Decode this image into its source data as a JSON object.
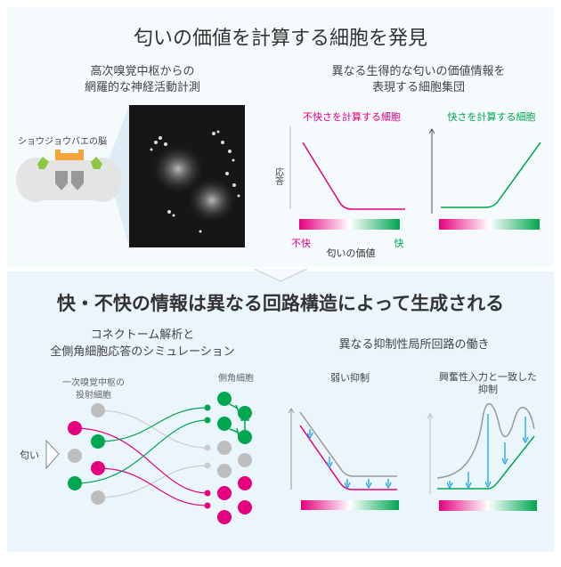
{
  "top": {
    "title": "匂いの価値を計算する細胞を発見",
    "left_subtitle": [
      "高次嗅覚中枢からの",
      "網羅的な神経活動計測"
    ],
    "fly_brain_label": "ショウジョウバエの脳",
    "right_subtitle": [
      "異なる生得的な匂いの価値情報を",
      "表現する細胞集団"
    ],
    "unpleasant_cells_label": "不快さを計算する細胞",
    "pleasant_cells_label": "快さを計算する細胞",
    "response_axis_label": "応答",
    "unpleasant_label": "不快",
    "pleasant_label": "快",
    "odor_value_label": "匂いの価値"
  },
  "bottom": {
    "title": "快・不快の情報は異なる回路構造によって生成される",
    "left_subtitle": [
      "コネクトーム解析と",
      "全側角細胞応答のシミュレーション"
    ],
    "projection_neurons_label": [
      "一次嗅覚中枢の",
      "投射細胞"
    ],
    "lateral_horn_label": "側角細胞",
    "odor_label": "匂い",
    "right_subtitle": "異なる抑制性局所回路の働き",
    "weak_inhibition_label": "弱い抑制",
    "matched_inhibition_label": [
      "興奮性入力と一致した",
      "抑制"
    ]
  },
  "colors": {
    "pink": "#e5007f",
    "green": "#00a650",
    "gray": "#b5b5b5",
    "blue_arrow": "#1aa3e8",
    "panel_top": "#f5fafd",
    "panel_bottom": "#eaf5fc"
  }
}
